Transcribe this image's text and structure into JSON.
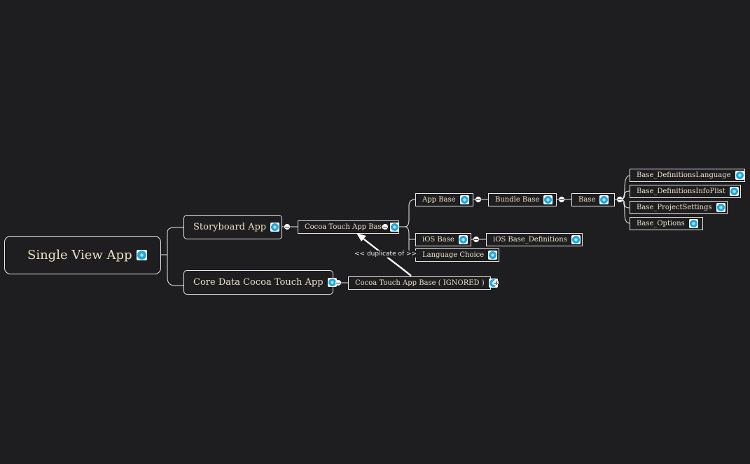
{
  "mindmap": {
    "root": {
      "label": "Single View App"
    },
    "storyboard_app": {
      "label": "Storyboard App"
    },
    "core_data_app": {
      "label": "Core Data Cocoa Touch App"
    },
    "cocoa_touch_app_base": {
      "label": "Cocoa Touch App Base"
    },
    "cocoa_touch_app_base_ignored": {
      "label": "Cocoa Touch App Base ( IGNORED )"
    },
    "app_base": {
      "label": "App Base"
    },
    "ios_base": {
      "label": "iOS Base"
    },
    "language_choice": {
      "label": "Language Choice"
    },
    "bundle_base": {
      "label": "Bundle Base"
    },
    "ios_base_definitions": {
      "label": "iOS Base_Definitions"
    },
    "base": {
      "label": "Base"
    },
    "base_definitions_language": {
      "label": "Base_DefinitionsLanguage"
    },
    "base_definitions_infoplist": {
      "label": "Base_DefinitionsInfoPlist"
    },
    "base_project_settings": {
      "label": "Base_ProjectSettings"
    },
    "base_options": {
      "label": "Base_Options"
    },
    "relationship": {
      "label": "<< duplicate of >>"
    }
  },
  "colors": {
    "background": "#1e1e20",
    "line": "#e8e8e8",
    "text": "#e9dfc4",
    "note_icon": "#1fa8dc"
  },
  "icons": {
    "node_note": "note-icon",
    "expanded": "collapse-toggle",
    "collapsed": "expand-toggle"
  }
}
